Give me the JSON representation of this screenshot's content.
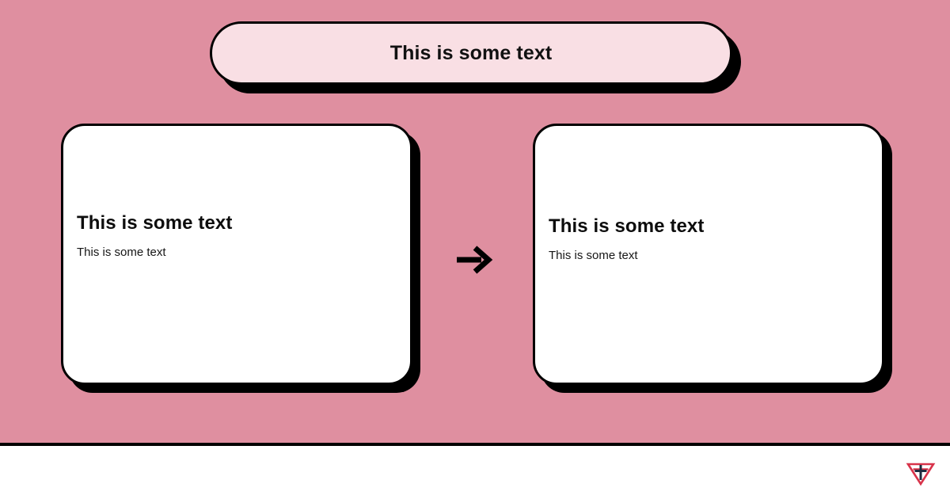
{
  "slide": {
    "background_color": "#df8fa0",
    "footer_background_color": "#ffffff",
    "divider_color": "#000000"
  },
  "title_pill": {
    "text": "This is some text",
    "fill_color": "#f9dfe4",
    "border_color": "#000000",
    "shadow_color": "#000000"
  },
  "cards": [
    {
      "heading": "This is some text",
      "body": "This is some text",
      "fill_color": "#ffffff",
      "border_color": "#000000",
      "shadow_color": "#000000"
    },
    {
      "heading": "This is some text",
      "body": "This is some text",
      "fill_color": "#ffffff",
      "border_color": "#000000",
      "shadow_color": "#000000"
    }
  ],
  "connector": {
    "icon": "arrow-right-icon",
    "color": "#000000"
  },
  "footer": {
    "logo": {
      "icon": "triangle-cross-logo-icon",
      "triangle_color": "#d8334a",
      "cross_color": "#1d2b3f"
    }
  }
}
